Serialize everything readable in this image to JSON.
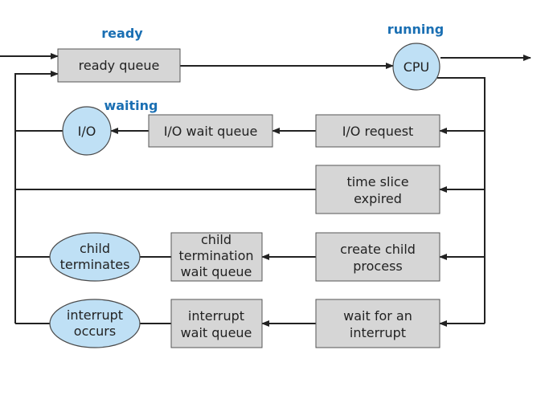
{
  "colors": {
    "state_label": "#1a6fb3",
    "queue_fill": "#d6d6d6",
    "device_fill": "#bfe0f5",
    "line": "#222222"
  },
  "states": {
    "ready": "ready",
    "running": "running",
    "waiting": "waiting"
  },
  "nodes": {
    "ready_queue": "ready queue",
    "cpu": "CPU",
    "io_request": "I/O request",
    "io_wait_queue": "I/O wait queue",
    "io_device": "I/O",
    "time_slice_1": "time slice",
    "time_slice_2": "expired",
    "create_child_1": "create child",
    "create_child_2": "process",
    "child_wait_1": "child",
    "child_wait_2": "termination",
    "child_wait_3": "wait queue",
    "child_terminates_1": "child",
    "child_terminates_2": "terminates",
    "wait_interrupt_1": "wait for an",
    "wait_interrupt_2": "interrupt",
    "interrupt_wait_1": "interrupt",
    "interrupt_wait_2": "wait queue",
    "interrupt_occurs_1": "interrupt",
    "interrupt_occurs_2": "occurs"
  }
}
